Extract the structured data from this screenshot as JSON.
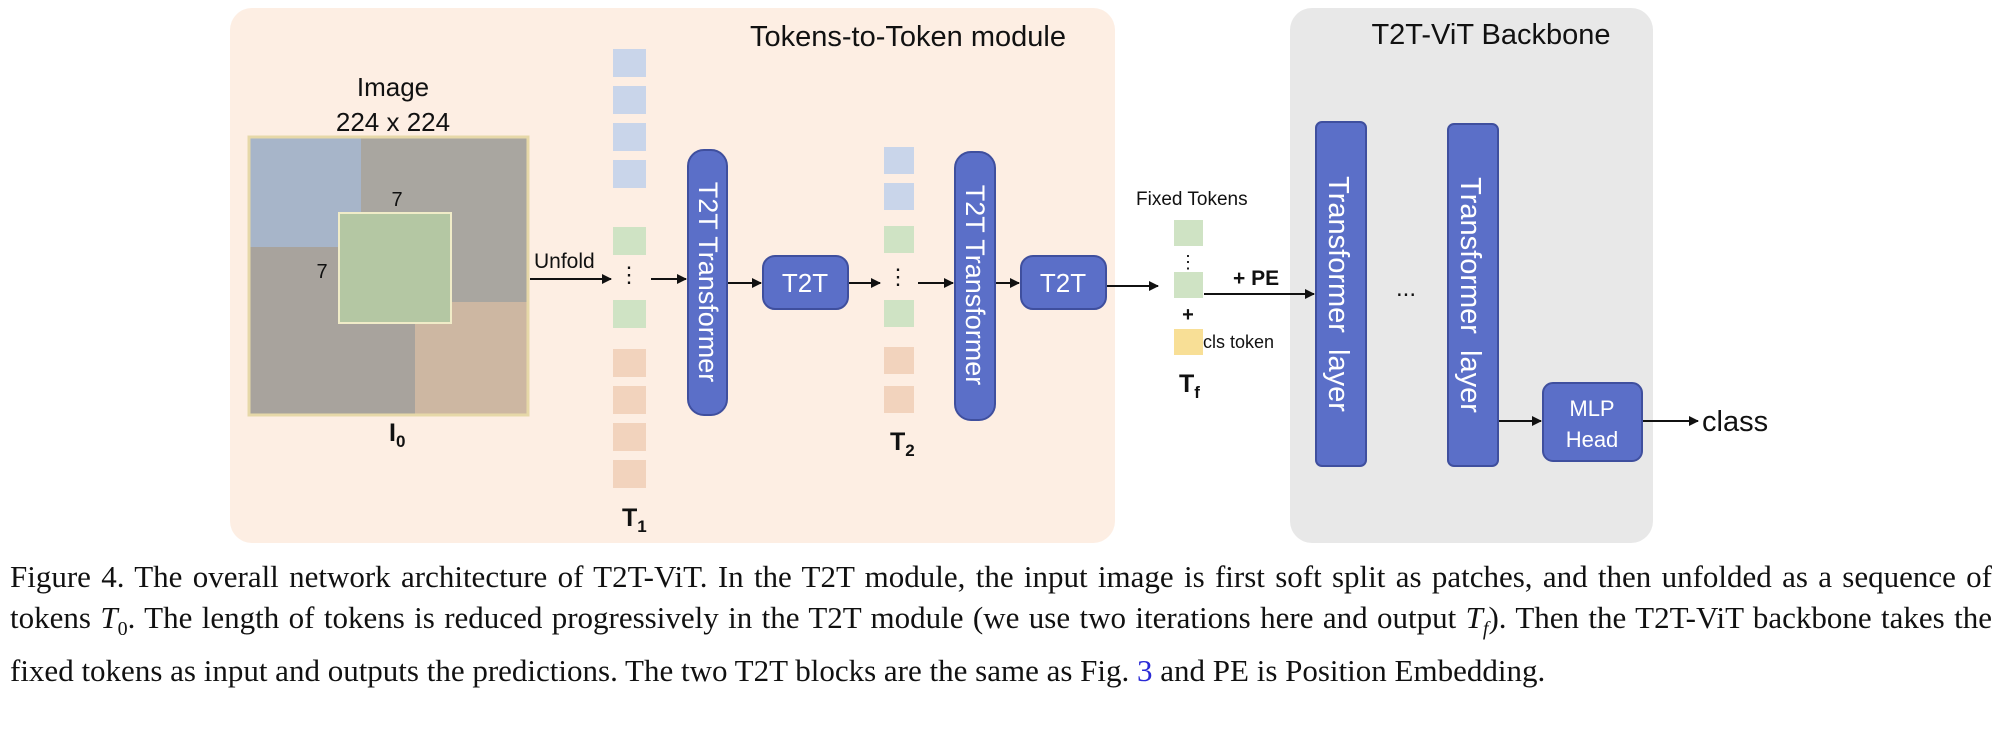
{
  "t2t_module": {
    "title": "Tokens-to-Token module",
    "image_label_line1": "Image",
    "image_label_line2": "224 x 224",
    "patch_size_top": "7",
    "patch_size_left": "7",
    "i0_label": "I",
    "i0_sub": "0",
    "unfold_label": "Unfold",
    "t1_label": "T",
    "t1_sub": "1",
    "t2_label": "T",
    "t2_sub": "2",
    "t2t_transformer_label": "T2T Transformer",
    "t2t_label": "T2T",
    "fixed_tokens_label": "Fixed Tokens",
    "plus_sign": "+",
    "cls_token_label": "cls token",
    "tf_label": "T",
    "tf_sub": "f",
    "pe_label": "+ PE"
  },
  "backbone": {
    "title": "T2T-ViT Backbone",
    "transformer_layer_label": "Transformer  layer",
    "ellipsis": "...",
    "mlp_head_line1": "MLP",
    "mlp_head_line2": "Head",
    "class_label": "class"
  },
  "caption": {
    "part1": "Figure 4. The overall network architecture of T2T-ViT. In the T2T module, the input image is first soft split as patches, and then unfolded as a sequence of tokens ",
    "t0_var": "T",
    "t0_sub": "0",
    "part2": ". The length of tokens is reduced progressively in the T2T module (we use two iterations here and output ",
    "tf_var": "T",
    "tf_sub": "f",
    "part3": "). Then the T2T-ViT backbone takes the fixed tokens as input and outputs the predictions. The two T2T blocks are the same as Fig. ",
    "fig_ref": "3",
    "part4": " and PE is Position Embedding."
  },
  "colors": {
    "block_blue": "#5b6fc8",
    "block_border": "#3f4f9e",
    "module_bg": "#fdeee3",
    "backbone_bg": "#e8e8e8",
    "token_blue": "#c9d5ea",
    "token_green": "#cfe3c4",
    "token_orange": "#f2d3bd",
    "token_yellow": "#f8df96",
    "fig_link": "#2a2ad6"
  }
}
